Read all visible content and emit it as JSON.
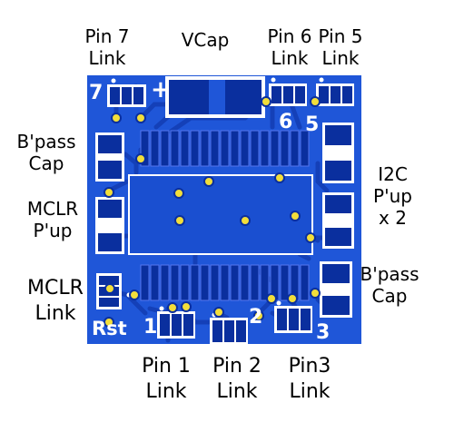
{
  "labels": {
    "pin7_link": "Pin 7 Link",
    "vcap": "VCap",
    "pin6_link": "Pin 6 Link",
    "pin5_link": "Pin 5 Link",
    "bpass_cap_left": "B'pass Cap",
    "i2c_pup": "I2C P'up x 2",
    "mclr_pup": "MCLR P'up",
    "bpass_cap_right": "B'pass Cap",
    "mclr_link": "MCLR Link",
    "pin1_link": "Pin 1 Link",
    "pin2_link": "Pin 2 Link",
    "pin3_link": "Pin3 Link"
  },
  "board_marks": {
    "pin7": "7",
    "plus": "+",
    "pin6": "6",
    "pin5": "5",
    "rst": "Rst",
    "pin1": "1",
    "pin2": "2",
    "pin3": "3"
  },
  "colors": {
    "board": "#1f56d8",
    "trace": "#1440b8",
    "pad": "#0a2f9e",
    "silk": "#ffffff",
    "via": "#f2de3a"
  }
}
